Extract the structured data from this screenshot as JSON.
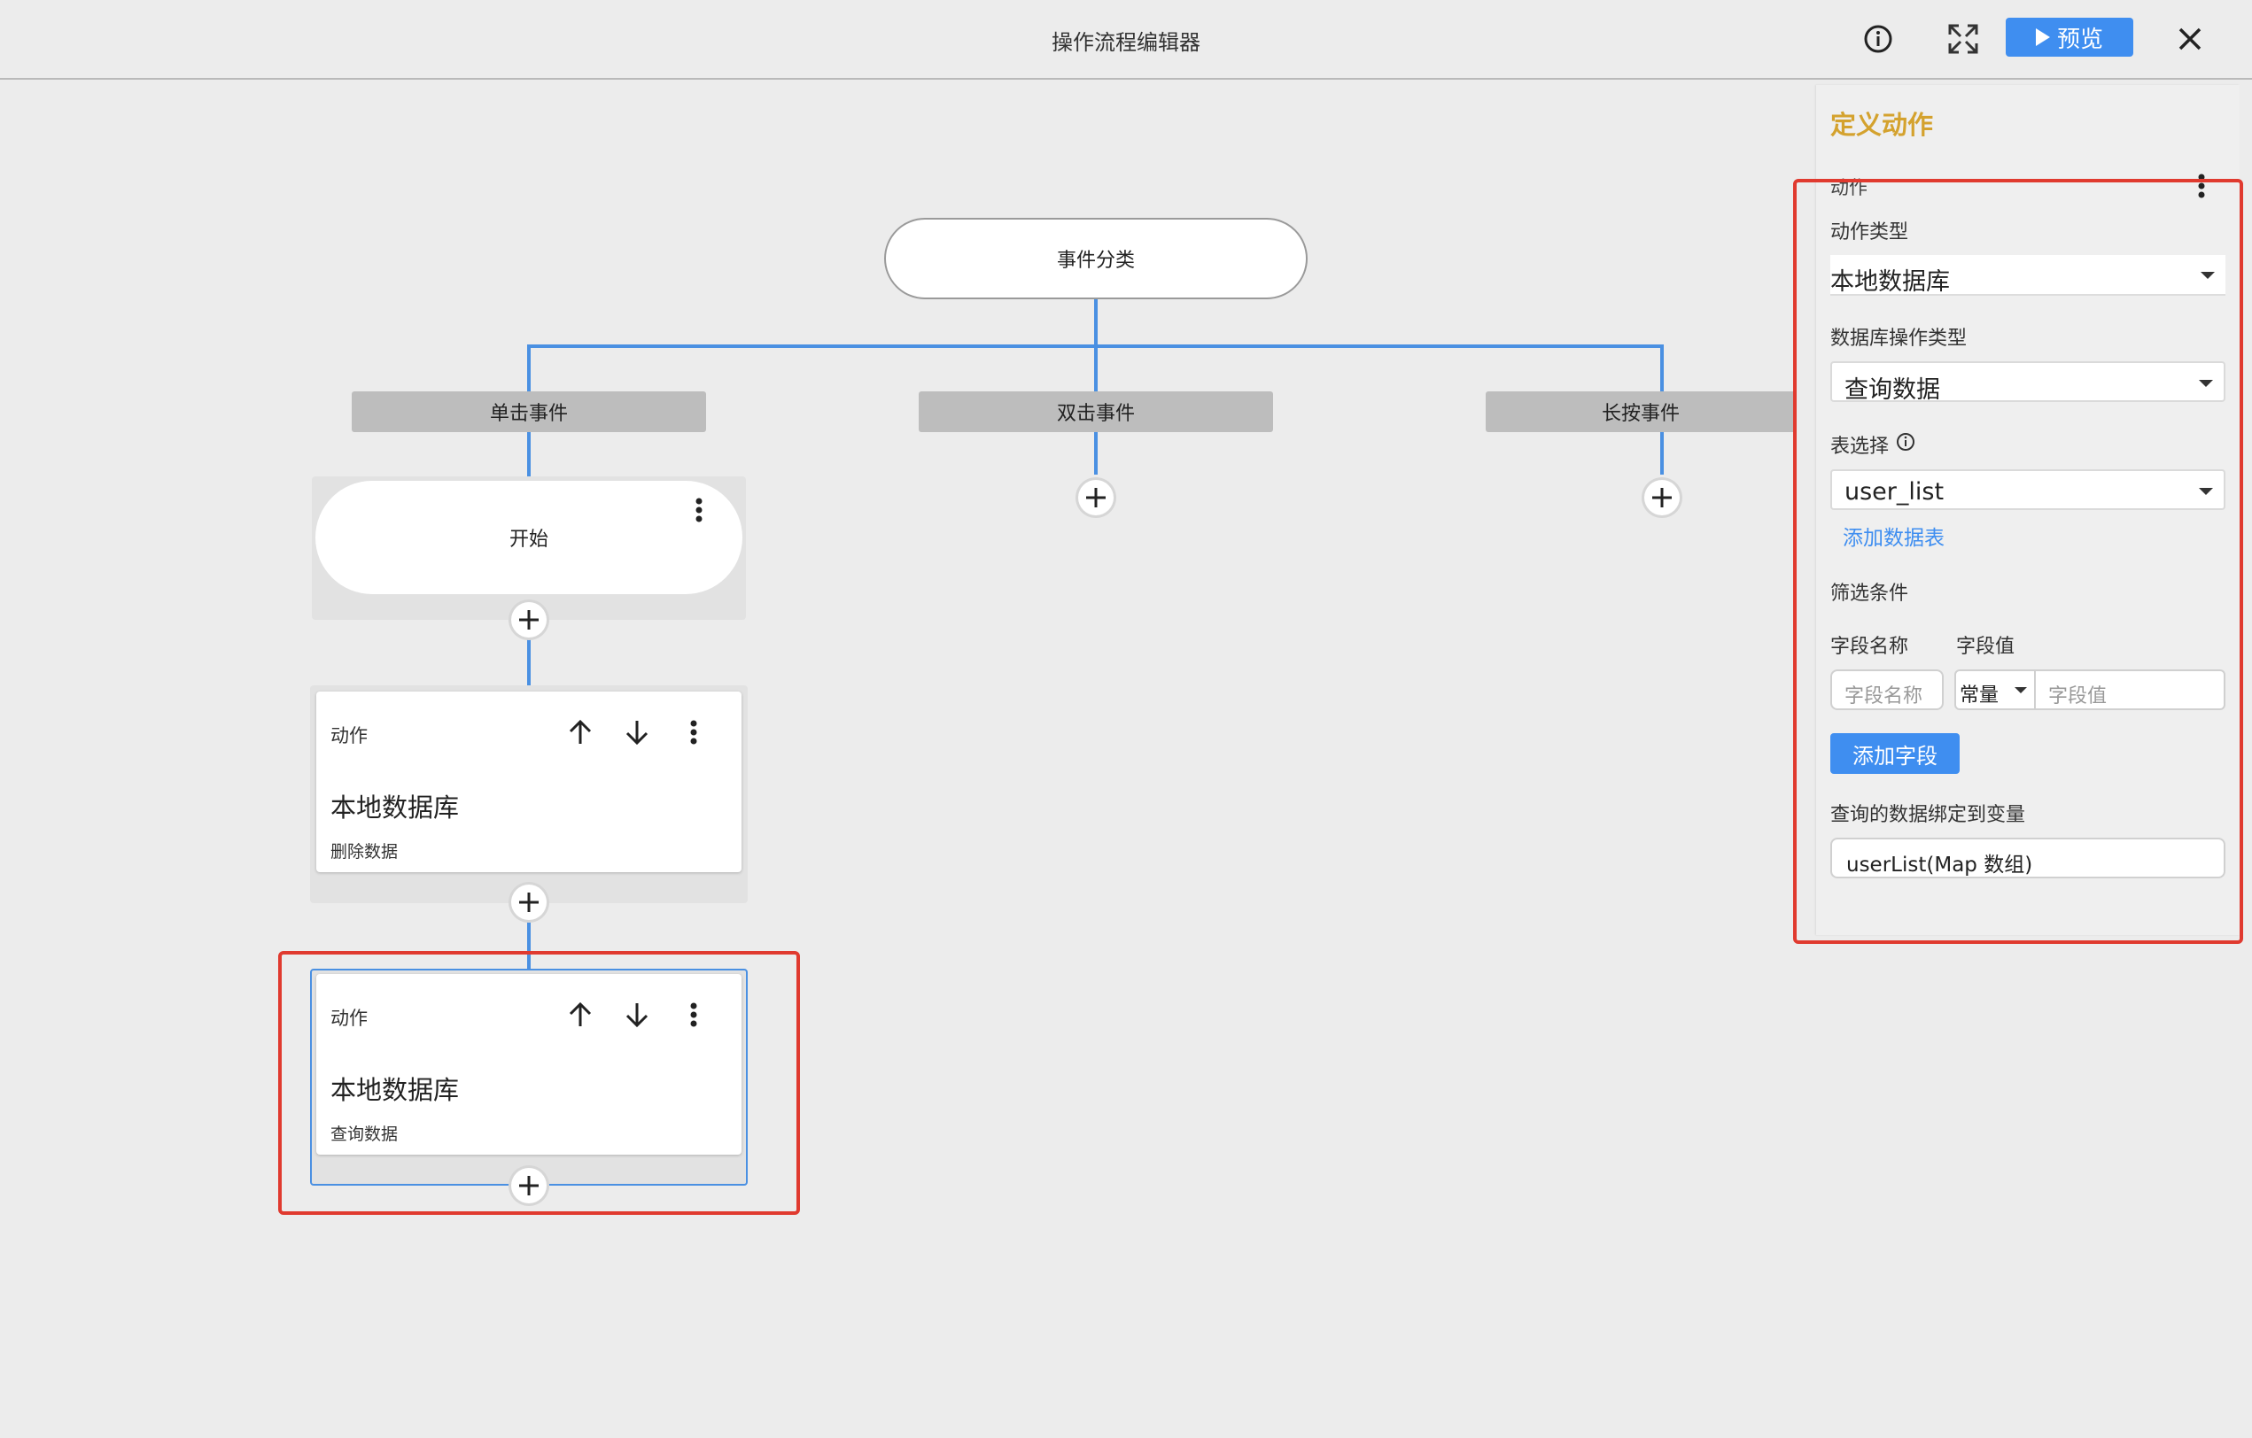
{
  "header": {
    "title": "操作流程编辑器",
    "preview_label": "预览",
    "accent_color": "#3f8ef0"
  },
  "flow": {
    "root_label": "事件分类",
    "events": [
      {
        "label": "单击事件"
      },
      {
        "label": "双击事件"
      },
      {
        "label": "长按事件"
      }
    ],
    "start_label": "开始",
    "actions": [
      {
        "label": "动作",
        "title": "本地数据库",
        "subtitle": "删除数据"
      },
      {
        "label": "动作",
        "title": "本地数据库",
        "subtitle": "查询数据"
      }
    ]
  },
  "panel": {
    "title": "定义动作",
    "section_label": "动作",
    "action_type_label": "动作类型",
    "action_type_value": "本地数据库",
    "db_op_label": "数据库操作类型",
    "db_op_value": "查询数据",
    "table_label": "表选择",
    "table_value": "user_list",
    "add_table_link": "添加数据表",
    "filter_label": "筛选条件",
    "field_name_label": "字段名称",
    "field_value_label": "字段值",
    "field_name_placeholder": "字段名称",
    "value_type_value": "常量",
    "field_value_placeholder": "字段值",
    "add_field_label": "添加字段",
    "bind_label": "查询的数据绑定到变量",
    "bind_value": "userList(Map 数组)",
    "title_color": "#d4a22e"
  }
}
